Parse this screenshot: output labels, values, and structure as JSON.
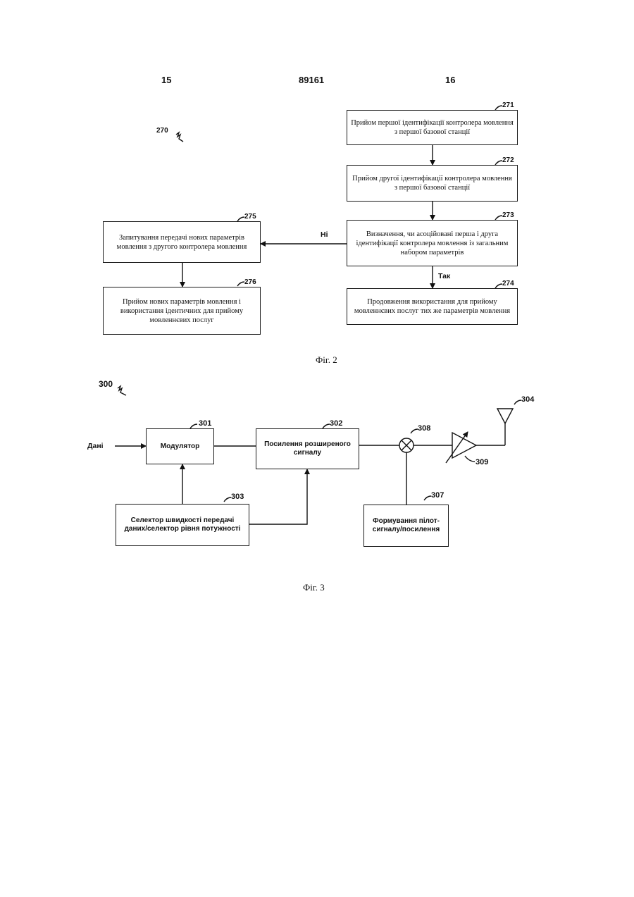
{
  "header": {
    "page_left": "15",
    "doc_number": "89161",
    "page_right": "16"
  },
  "fig2": {
    "ref_main": "270",
    "boxes": {
      "b271": {
        "ref": "271",
        "text": "Прийом першої ідентифікації контролера мовлення з першої базової станції"
      },
      "b272": {
        "ref": "272",
        "text": "Прийом другої ідентифікації контролера мовлення з першої базової станції"
      },
      "b273": {
        "ref": "273",
        "text": "Визначення, чи асоційовані перша і друга ідентифікації контролера мовлення із загальним набором параметрів"
      },
      "b274": {
        "ref": "274",
        "text": "Продовження використання для прийому мовленнєвих послуг тих же параметрів мовлення"
      },
      "b275": {
        "ref": "275",
        "text": "Запитування передачі нових параметрів мовлення з другого контролера мовлення"
      },
      "b276": {
        "ref": "276",
        "text": "Прийом нових параметрів мовлення і використання ідентичних для прийому мовленнєвих послуг"
      }
    },
    "label_no": "Ні",
    "label_yes": "Так",
    "caption": "Фіг. 2"
  },
  "fig3": {
    "ref_main": "300",
    "input_label": "Дані",
    "boxes": {
      "b301": {
        "ref": "301",
        "text": "Модулятор"
      },
      "b302": {
        "ref": "302",
        "text": "Посилення розширеного сигналу"
      },
      "b303": {
        "ref": "303",
        "text": "Селектор швидкості передачі даних/селектор рівня потужності"
      },
      "b307": {
        "ref": "307",
        "text": "Формування пілот-сигналу/посилення"
      }
    },
    "ref_mixer": "308",
    "ref_amp": "309",
    "ref_antenna": "304",
    "caption": "Фіг. 3"
  }
}
